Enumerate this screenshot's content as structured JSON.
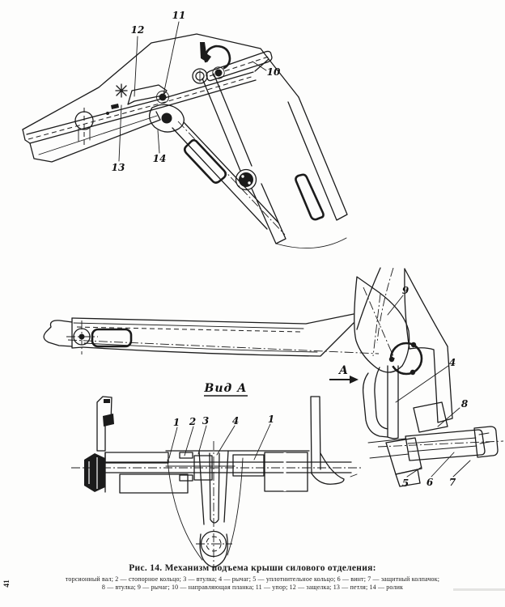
{
  "page": {
    "number": "41"
  },
  "caption": {
    "title": "Рис. 14. Механизм подъема крыши силового отделения:",
    "legend_line1": "торсионный вал; 2 — стопорное кольцо; 3 — втулка; 4 — рычаг; 5 — уплотнительное кольцо; 6 — винт; 7 — защитный колпачок;",
    "legend_line2": "8 — втулка; 9 — рычаг; 10 — направляющая планка; 11 — упор; 12 — защелка; 13 — петля; 14 — ролик"
  },
  "labels": {
    "view_a_title": "Вид А",
    "view_arrow": "А"
  },
  "callouts": {
    "top": {
      "c10": "10",
      "c11": "11",
      "c12": "12",
      "c13": "13",
      "c14": "14"
    },
    "side": {
      "c4": "4",
      "c5": "5",
      "c6": "6",
      "c7": "7",
      "c8": "8",
      "c9": "9"
    },
    "section": {
      "c1a": "1",
      "c2": "2",
      "c3": "3",
      "c4": "4",
      "c1b": "1"
    }
  },
  "colors": {
    "ink": "#1b1b1b",
    "paper": "#fdfdfc"
  }
}
